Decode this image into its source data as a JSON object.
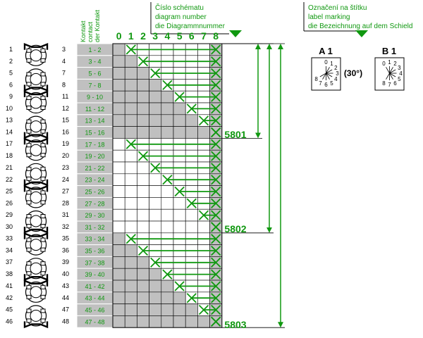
{
  "colors": {
    "green": "#109810",
    "gray": "#c0c0c0",
    "black": "#000000",
    "white": "#ffffff"
  },
  "header": {
    "contact_lines": [
      "Kontakt",
      "contact",
      "der Kontakt"
    ],
    "diagram_lines": [
      "Číslo schématu",
      "diagram number",
      "die Diagrammnummer"
    ],
    "label_lines": [
      "Označení na štítku",
      "label marking",
      "die Bezeichnung auf dem Schield"
    ]
  },
  "columns": [
    "0",
    "1",
    "2",
    "3",
    "4",
    "5",
    "6",
    "7",
    "8"
  ],
  "rows": [
    {
      "label": "1 - 2",
      "col": 1
    },
    {
      "label": "3 - 4",
      "col": 2
    },
    {
      "label": "5 - 6",
      "col": 3
    },
    {
      "label": "7 - 8",
      "col": 4
    },
    {
      "label": "9 - 10",
      "col": 5
    },
    {
      "label": "11 - 12",
      "col": 6
    },
    {
      "label": "13 - 14",
      "col": 7
    },
    {
      "label": "15 - 16",
      "col": 8
    },
    {
      "label": "17 - 18",
      "col": 1
    },
    {
      "label": "19 - 20",
      "col": 2
    },
    {
      "label": "21 - 22",
      "col": 3
    },
    {
      "label": "23 - 24",
      "col": 4
    },
    {
      "label": "25 - 26",
      "col": 5
    },
    {
      "label": "27 - 28",
      "col": 6
    },
    {
      "label": "29 - 30",
      "col": 7
    },
    {
      "label": "31 - 32",
      "col": 8
    },
    {
      "label": "33 - 34",
      "col": 1
    },
    {
      "label": "35 - 36",
      "col": 2
    },
    {
      "label": "37 - 38",
      "col": 3
    },
    {
      "label": "39 - 40",
      "col": 4
    },
    {
      "label": "41 - 42",
      "col": 5
    },
    {
      "label": "43 - 44",
      "col": 6
    },
    {
      "label": "45 - 46",
      "col": 7
    },
    {
      "label": "47 - 48",
      "col": 8
    }
  ],
  "groups": [
    {
      "number": "5801",
      "rows": [
        0,
        7
      ]
    },
    {
      "number": "5802",
      "rows": [
        8,
        15
      ]
    },
    {
      "number": "5803",
      "rows": [
        16,
        23
      ]
    }
  ],
  "switches": [
    [
      "1",
      "2",
      "3",
      "4"
    ],
    [
      "5",
      "6",
      "7",
      "8"
    ],
    [
      "9",
      "10",
      "11",
      "12"
    ],
    [
      "13",
      "14",
      "15",
      "16"
    ],
    [
      "17",
      "18",
      "19",
      "20"
    ],
    [
      "21",
      "22",
      "23",
      "24"
    ],
    [
      "25",
      "26",
      "27",
      "28"
    ],
    [
      "29",
      "30",
      "31",
      "32"
    ],
    [
      "33",
      "34",
      "35",
      "36"
    ],
    [
      "37",
      "38",
      "39",
      "40"
    ],
    [
      "41",
      "42",
      "43",
      "44"
    ],
    [
      "45",
      "46",
      "47",
      "48"
    ]
  ],
  "dials": [
    {
      "title": "A 1",
      "numbers": [
        "0",
        "1",
        "2",
        "3",
        "4",
        "5",
        "6",
        "7",
        "8"
      ]
    },
    {
      "title": "B 1",
      "numbers": [
        "0",
        "1",
        "2",
        "3",
        "4",
        "5",
        "6",
        "7",
        "8"
      ]
    }
  ],
  "angle_label": "(30°)"
}
